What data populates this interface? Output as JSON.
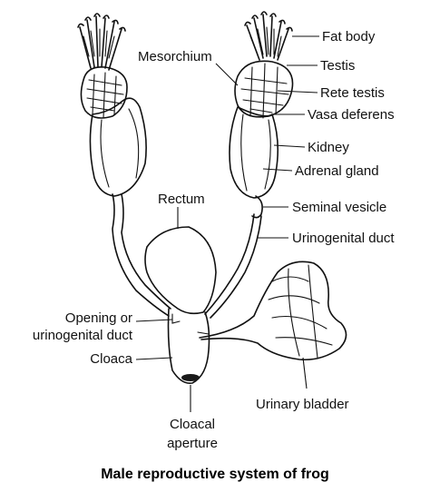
{
  "diagram": {
    "caption": "Male reproductive system of frog",
    "labels": {
      "fat_body": "Fat body",
      "mesorchium": "Mesorchium",
      "testis": "Testis",
      "rete_testis": "Rete testis",
      "vasa_deferens": "Vasa deferens",
      "kidney": "Kidney",
      "adrenal_gland": "Adrenal gland",
      "rectum": "Rectum",
      "seminal_vesicle": "Seminal vesicle",
      "urinogenital_duct": "Urinogenital duct",
      "opening_line1": "Opening or",
      "opening_line2": "urinogenital duct",
      "cloaca": "Cloaca",
      "urinary_bladder": "Urinary bladder",
      "cloacal_aperture_line1": "Cloacal",
      "cloacal_aperture_line2": "aperture"
    }
  }
}
